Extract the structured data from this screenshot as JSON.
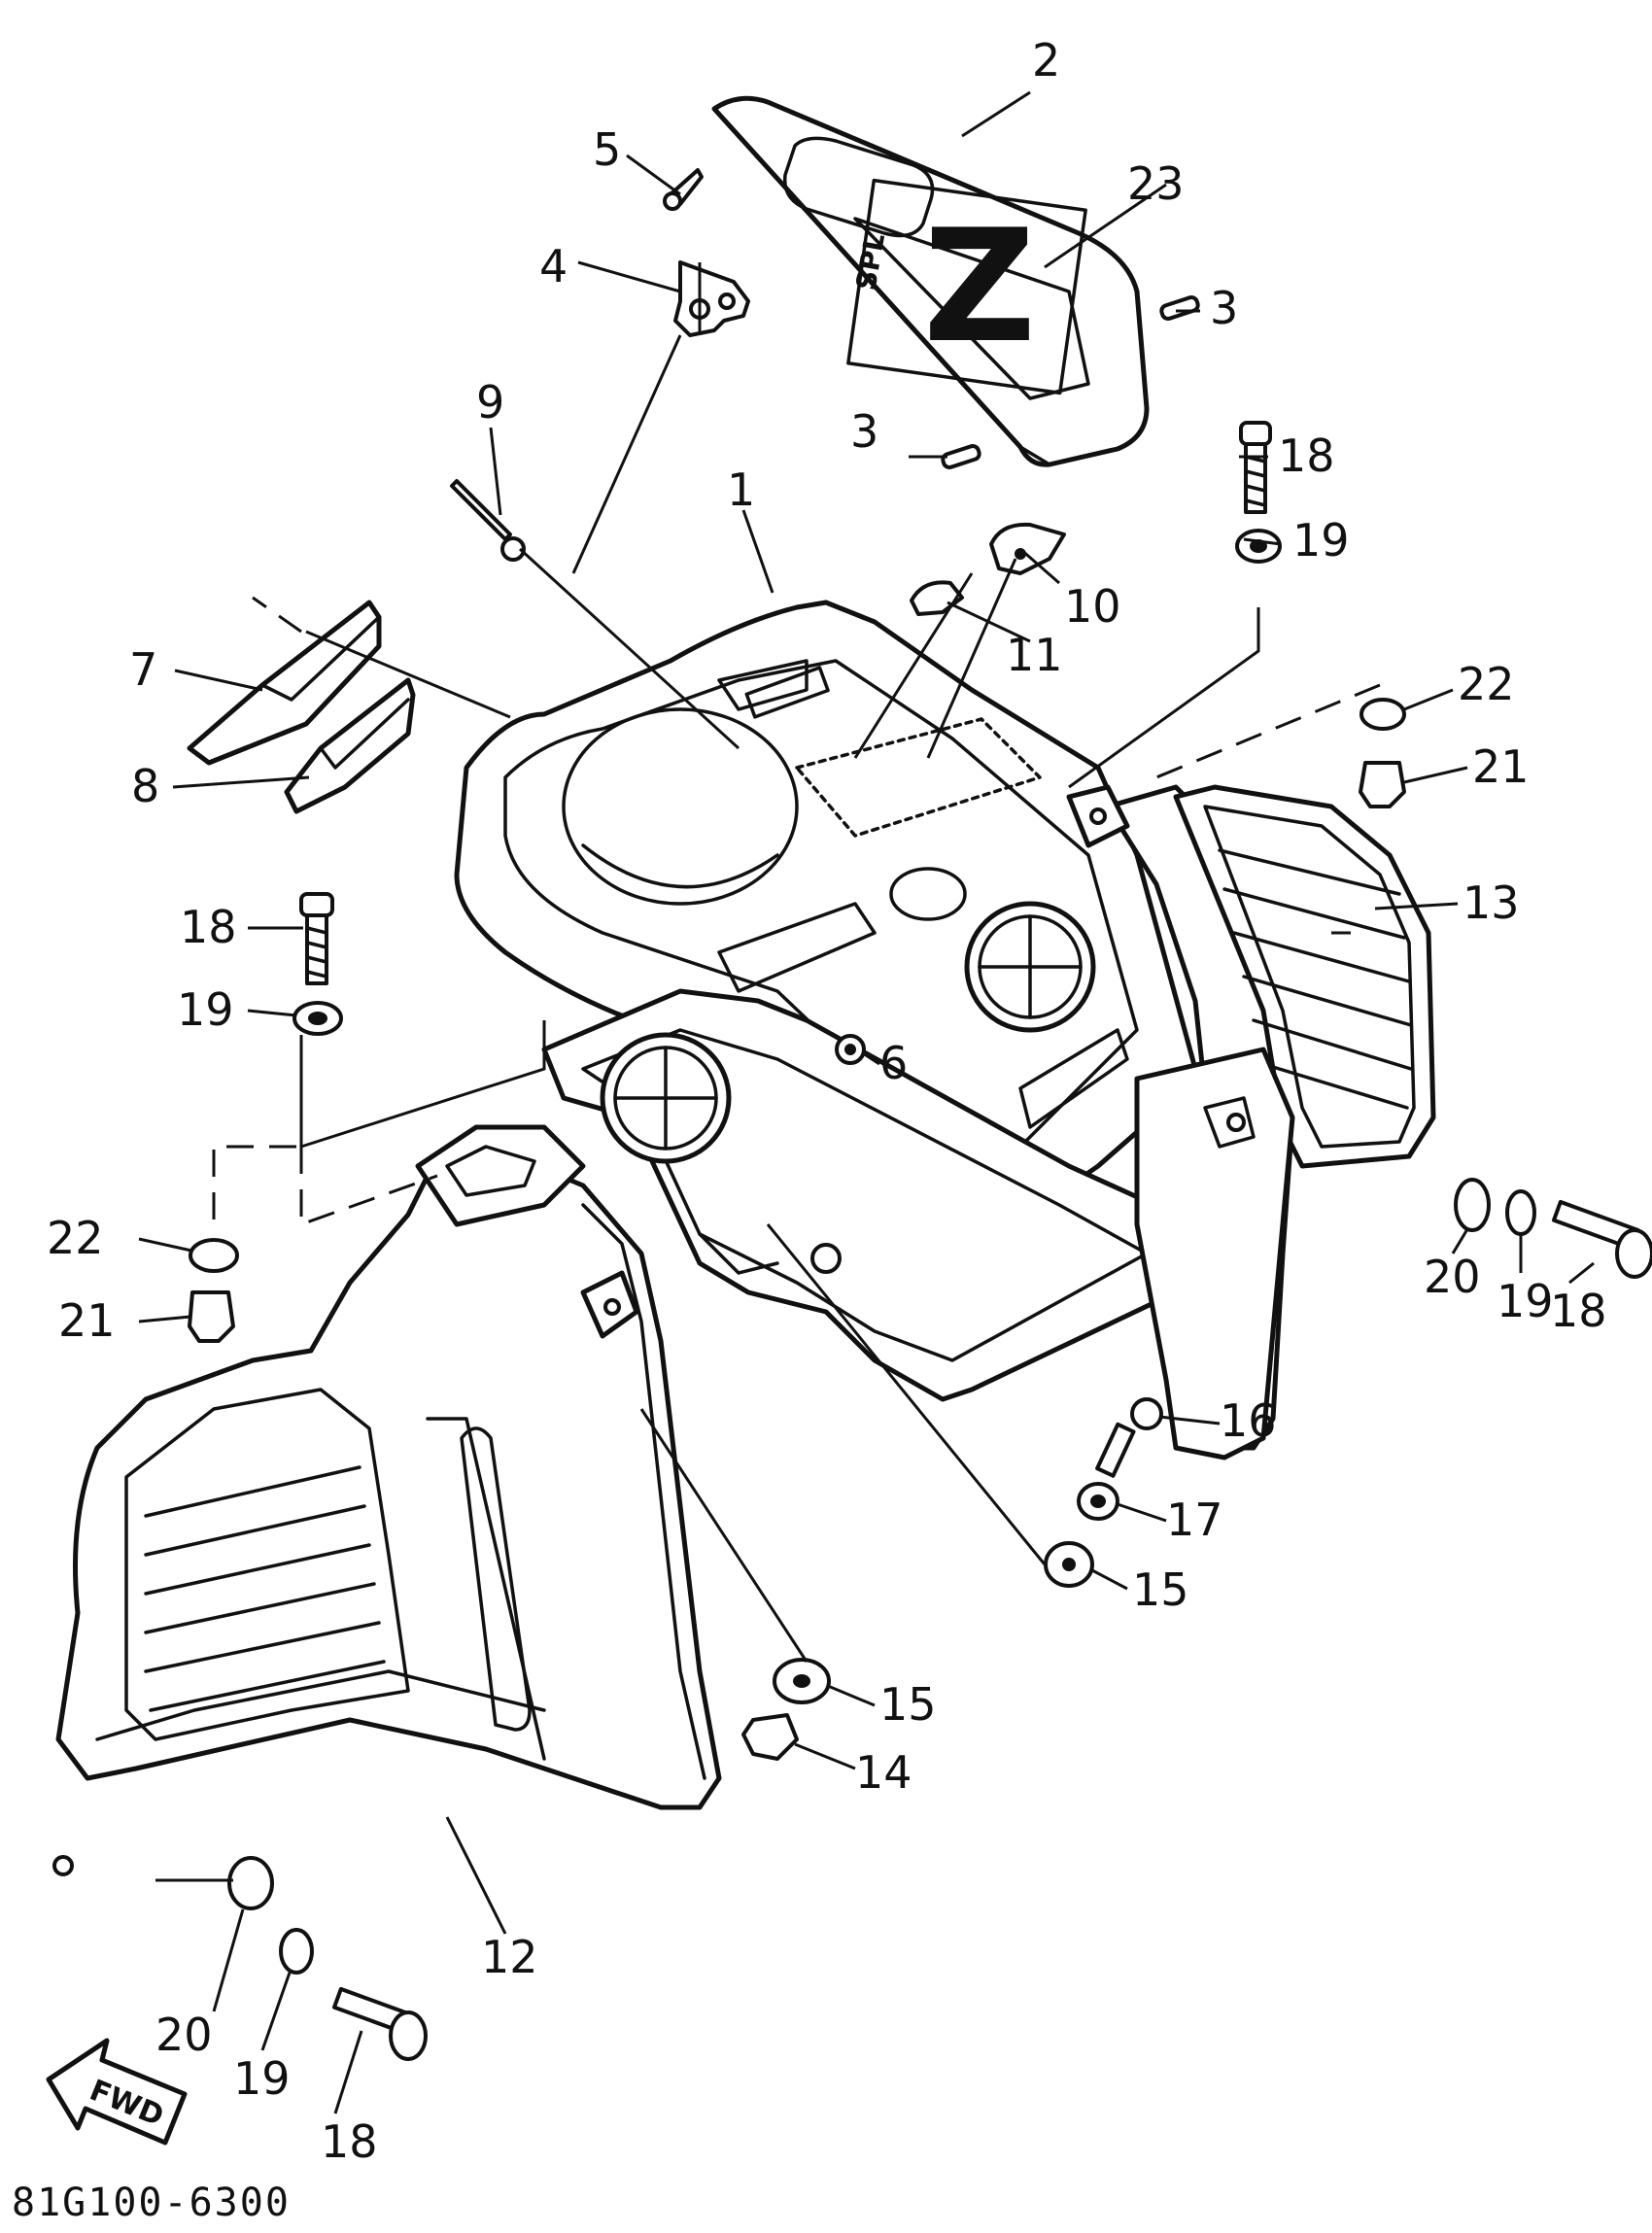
{
  "diagram_code": "81G100-6300",
  "direction_label": "FWD",
  "emblem_text": "Z",
  "emblem_small_text": "SPL",
  "callouts": {
    "c1": "1",
    "c2": "2",
    "c3a": "3",
    "c3b": "3",
    "c4": "4",
    "c5": "5",
    "c6": "6",
    "c7": "7",
    "c8": "8",
    "c9": "9",
    "c10": "10",
    "c11": "11",
    "c12": "12",
    "c13": "13",
    "c14": "14",
    "c15a": "15",
    "c15b": "15",
    "c16": "16",
    "c17": "17",
    "c18a": "18",
    "c18b": "18",
    "c18c": "18",
    "c18d": "18",
    "c19a": "19",
    "c19b": "19",
    "c19c": "19",
    "c19d": "19",
    "c20a": "20",
    "c20b": "20",
    "c21a": "21",
    "c21b": "21",
    "c22a": "22",
    "c22b": "22",
    "c23": "23"
  },
  "colors": {
    "ink": "#111111",
    "paper": "#ffffff"
  }
}
